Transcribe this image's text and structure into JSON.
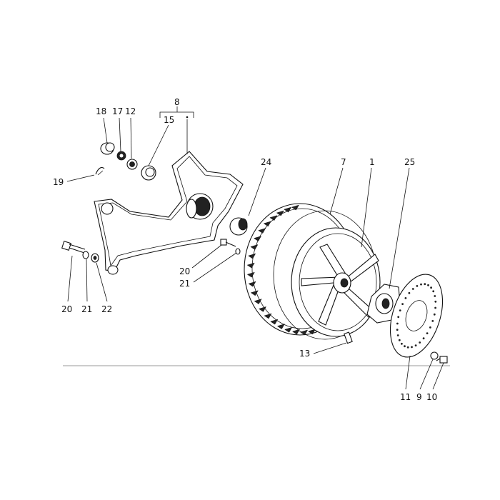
{
  "diagram": {
    "callouts": [
      {
        "id": "c18",
        "text": "18"
      },
      {
        "id": "c17",
        "text": "17"
      },
      {
        "id": "c12",
        "text": "12"
      },
      {
        "id": "c15",
        "text": "15"
      },
      {
        "id": "c8",
        "text": "8"
      },
      {
        "id": "c19",
        "text": "19"
      },
      {
        "id": "c24",
        "text": "24"
      },
      {
        "id": "c7",
        "text": "7"
      },
      {
        "id": "c1",
        "text": "1"
      },
      {
        "id": "c25",
        "text": "25"
      },
      {
        "id": "c20a",
        "text": "20"
      },
      {
        "id": "c21a",
        "text": "21"
      },
      {
        "id": "c20b",
        "text": "20"
      },
      {
        "id": "c21b",
        "text": "21"
      },
      {
        "id": "c22",
        "text": "22"
      },
      {
        "id": "c13",
        "text": "13"
      },
      {
        "id": "c11",
        "text": "11"
      },
      {
        "id": "c9",
        "text": "9"
      },
      {
        "id": "c10",
        "text": "10"
      }
    ]
  }
}
